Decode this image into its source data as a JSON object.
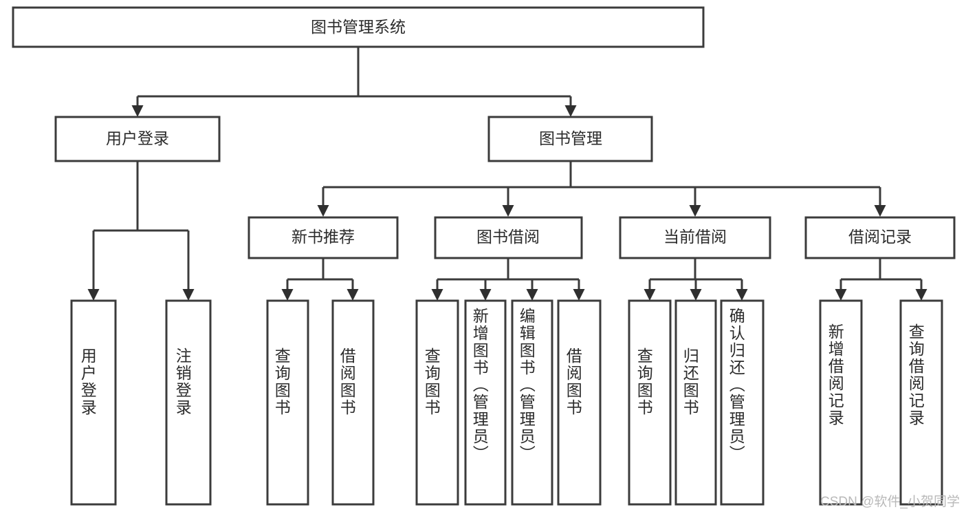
{
  "diagram": {
    "title": "图书管理系统",
    "type": "tree-hierarchy-chart",
    "orientation": "top-down",
    "colors": {
      "box_stroke": "#3b3b3b",
      "box_fill": "#ffffff",
      "connector": "#3b3b3b",
      "text": "#2b2b2b",
      "watermark": "#b9b9b9",
      "background": "#ffffff"
    },
    "levels": {
      "level0": "root",
      "level1": "modules",
      "level2": "sub-modules",
      "level3": "functions"
    },
    "nodes": {
      "root": {
        "id": "root",
        "label": "图书管理系统",
        "orientation": "horizontal"
      },
      "user_login": {
        "id": "user-login",
        "label": "用户登录",
        "orientation": "horizontal"
      },
      "book_mgmt": {
        "id": "book-management",
        "label": "图书管理",
        "orientation": "horizontal"
      },
      "new_book_rec": {
        "id": "new-book-recommendation",
        "label": "新书推荐",
        "orientation": "horizontal"
      },
      "book_borrow": {
        "id": "book-borrow",
        "label": "图书借阅",
        "orientation": "horizontal"
      },
      "current_borrow": {
        "id": "current-borrow",
        "label": "当前借阅",
        "orientation": "horizontal"
      },
      "borrow_record": {
        "id": "borrow-record",
        "label": "借阅记录",
        "orientation": "horizontal"
      },
      "leaf_user_login": {
        "id": "leaf-user-login",
        "label": "用户登录",
        "orientation": "vertical"
      },
      "leaf_user_logout": {
        "id": "leaf-user-logout",
        "label": "注销登录",
        "orientation": "vertical"
      },
      "leaf_query_book_1": {
        "id": "leaf-query-book-1",
        "label": "查询图书",
        "orientation": "vertical"
      },
      "leaf_borrow_book_1": {
        "id": "leaf-borrow-book-1",
        "label": "借阅图书",
        "orientation": "vertical"
      },
      "leaf_query_book_2": {
        "id": "leaf-query-book-2",
        "label": "查询图书",
        "orientation": "vertical"
      },
      "leaf_add_book": {
        "id": "leaf-add-book-admin",
        "label": "新增图书（管理员）",
        "orientation": "vertical"
      },
      "leaf_edit_book": {
        "id": "leaf-edit-book-admin",
        "label": "编辑图书（管理员）",
        "orientation": "vertical"
      },
      "leaf_borrow_book_2": {
        "id": "leaf-borrow-book-2",
        "label": "借阅图书",
        "orientation": "vertical"
      },
      "leaf_query_book_3": {
        "id": "leaf-query-book-3",
        "label": "查询图书",
        "orientation": "vertical"
      },
      "leaf_return_book": {
        "id": "leaf-return-book",
        "label": "归还图书",
        "orientation": "vertical"
      },
      "leaf_confirm_return": {
        "id": "leaf-confirm-return-admin",
        "label": "确认归还（管理员）",
        "orientation": "vertical"
      },
      "leaf_add_record": {
        "id": "leaf-add-borrow-record",
        "label": "新增借阅记录",
        "orientation": "vertical"
      },
      "leaf_query_record": {
        "id": "leaf-query-borrow-record",
        "label": "查询借阅记录",
        "orientation": "vertical"
      }
    },
    "edges": [
      {
        "from": "图书管理系统",
        "to": "用户登录"
      },
      {
        "from": "图书管理系统",
        "to": "图书管理"
      },
      {
        "from": "用户登录",
        "to": "用户登录"
      },
      {
        "from": "用户登录",
        "to": "注销登录"
      },
      {
        "from": "图书管理",
        "to": "新书推荐"
      },
      {
        "from": "图书管理",
        "to": "图书借阅"
      },
      {
        "from": "图书管理",
        "to": "当前借阅"
      },
      {
        "from": "图书管理",
        "to": "借阅记录"
      },
      {
        "from": "新书推荐",
        "to": "查询图书"
      },
      {
        "from": "新书推荐",
        "to": "借阅图书"
      },
      {
        "from": "图书借阅",
        "to": "查询图书"
      },
      {
        "from": "图书借阅",
        "to": "新增图书（管理员）"
      },
      {
        "from": "图书借阅",
        "to": "编辑图书（管理员）"
      },
      {
        "from": "图书借阅",
        "to": "借阅图书"
      },
      {
        "from": "当前借阅",
        "to": "查询图书"
      },
      {
        "from": "当前借阅",
        "to": "归还图书"
      },
      {
        "from": "当前借阅",
        "to": "确认归还（管理员）"
      },
      {
        "from": "借阅记录",
        "to": "新增借阅记录"
      },
      {
        "from": "借阅记录",
        "to": "查询借阅记录"
      }
    ]
  },
  "watermark": {
    "label": "CSDN @软件_小贺同学"
  }
}
